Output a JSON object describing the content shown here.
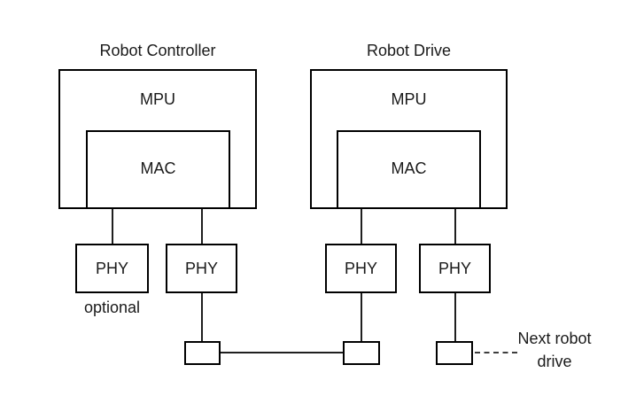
{
  "colors": {
    "background": "#ffffff",
    "box_border": "#000000",
    "connector_line": "#1f1f1f",
    "dashed_line": "#3d3d3d",
    "text": "#1a1a1a"
  },
  "groups": [
    {
      "title": "Robot Controller",
      "cpu_label": "MPU",
      "mac_label": "MAC"
    },
    {
      "title": "Robot Drive",
      "cpu_label": "MPU",
      "mac_label": "MAC"
    }
  ],
  "phy_labels": [
    "PHY",
    "PHY",
    "PHY",
    "PHY"
  ],
  "optional_label": "optional",
  "next_robot_label": {
    "line1": "Next robot",
    "line2": "drive"
  }
}
